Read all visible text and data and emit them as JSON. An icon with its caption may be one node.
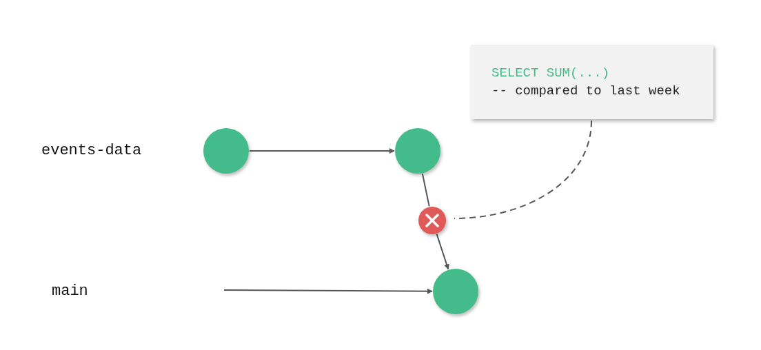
{
  "diagram": {
    "nodes": [
      {
        "text": [],
        "shape": "circle"
      },
      {
        "text": [],
        "shape": "circle"
      },
      {
        "text": [],
        "shape": "circle"
      },
      {
        "text": [],
        "shape": "circle"
      },
      {
        "text": [
          "SELECT SUM(...)",
          "-- compared to last week"
        ]
      }
    ],
    "edges": [
      {
        "from": 0,
        "to": 1,
        "arrow": "to"
      },
      {
        "from": 1,
        "to": 2,
        "arrow": "none"
      },
      {
        "from": 2,
        "to": 3,
        "arrow": "to"
      },
      {
        "from": null,
        "to": 3,
        "arrow": "to"
      },
      {
        "from": 4,
        "to": 2,
        "arrow": "none",
        "style": "dashed"
      }
    ],
    "labels": [
      "events-data",
      "main"
    ]
  }
}
